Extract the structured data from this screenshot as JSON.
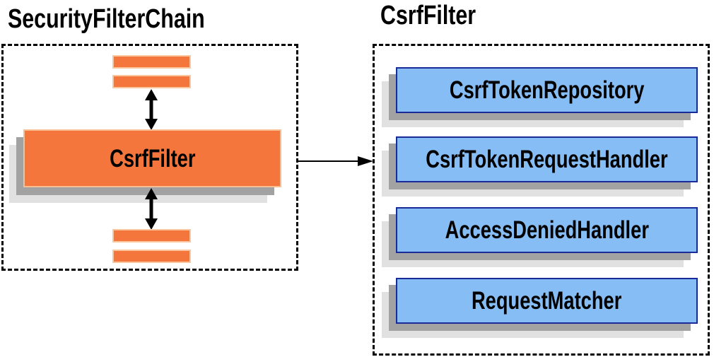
{
  "left_panel": {
    "title": "SecurityFilterChain",
    "filter_label": "CsrfFilter",
    "placeholder_bar_count": 4
  },
  "right_panel": {
    "title": "CsrfFilter",
    "components": [
      {
        "label": "CsrfTokenRepository"
      },
      {
        "label": "CsrfTokenRequestHandler"
      },
      {
        "label": "AccessDeniedHandler"
      },
      {
        "label": "RequestMatcher"
      }
    ]
  },
  "colors": {
    "orange_fill": "#F4763C",
    "orange_border": "#F8BE92",
    "blue_fill": "#87BDF5",
    "blue_border": "#1A2A99",
    "shadow_dark": "#A2A2A2",
    "shadow_light": "#E1E1E1",
    "boundary": "#000000",
    "arrow": "#000000",
    "text": "#000000",
    "background": "#FFFFFF"
  }
}
